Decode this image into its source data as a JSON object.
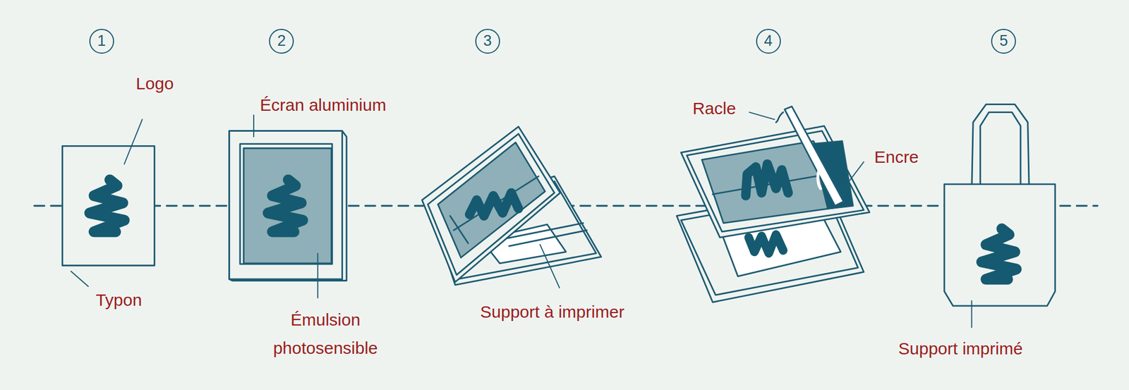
{
  "diagram": {
    "nodes": [
      {
        "text": [
          "1"
        ]
      },
      {
        "text": [
          "2"
        ]
      },
      {
        "text": [
          "3"
        ]
      },
      {
        "text": [
          "4"
        ]
      },
      {
        "text": [
          "5"
        ]
      }
    ],
    "labels": [
      "Logo",
      "Typon",
      "Écran aluminium",
      "Émulsion photosensible",
      "Support à imprimer",
      "Racle",
      "Encre",
      "Support imprimé"
    ]
  }
}
